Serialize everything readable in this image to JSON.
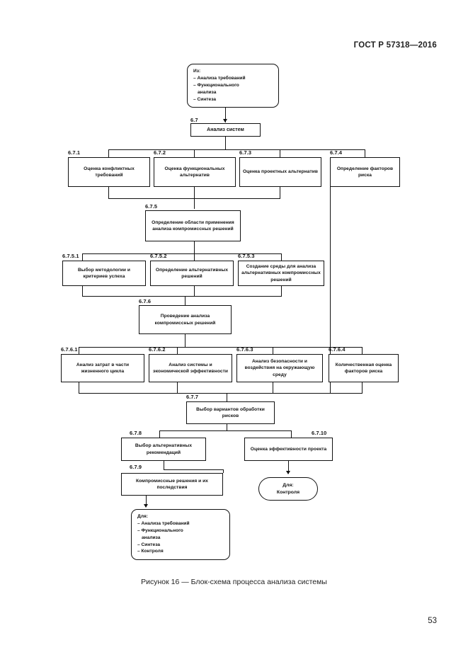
{
  "document": {
    "header": "ГОСТ Р 57318—2016",
    "page_number": "53",
    "figure_caption": "Рисунок 16 — Блок-схема процесса анализа системы"
  },
  "diagram": {
    "input_terminator": {
      "title": "Из:",
      "items": [
        "– Анализа требований",
        "– Функционального",
        "анализа",
        "– Синтеза"
      ]
    },
    "output_terminator": {
      "title": "Для:",
      "items": [
        "– Анализа требований",
        "– Функционального",
        "анализа",
        "– Синтеза",
        "– Контроля"
      ]
    },
    "control_terminator": {
      "line1": "Для:",
      "line2": "Контроля"
    },
    "nodes": {
      "n_6_7": {
        "tag": "6.7",
        "label": "Анализ систем"
      },
      "n_6_7_1": {
        "tag": "6.7.1",
        "label": "Оценка конфликтных требований"
      },
      "n_6_7_2": {
        "tag": "6.7.2",
        "label": "Оценка функциональных альтернатив"
      },
      "n_6_7_3": {
        "tag": "6.7.3",
        "label": "Оценка проектных альтернатив"
      },
      "n_6_7_4": {
        "tag": "6.7.4",
        "label": "Определение факторов риска"
      },
      "n_6_7_5": {
        "tag": "6.7.5",
        "label": "Определение области применения анализа компромиссных решений"
      },
      "n_6_7_5_1": {
        "tag": "6.7.5.1",
        "label": "Выбор методологии и критериев успеха"
      },
      "n_6_7_5_2": {
        "tag": "6.7.5.2",
        "label": "Определение альтернативных решений"
      },
      "n_6_7_5_3": {
        "tag": "6.7.5.3",
        "label": "Создание среды для анализа альтернативных компромиссных решений"
      },
      "n_6_7_6": {
        "tag": "6.7.6",
        "label": "Проведение анализа компромиссных решений"
      },
      "n_6_7_6_1": {
        "tag": "6.7.6.1",
        "label": "Анализ затрат в части жизненного цикла"
      },
      "n_6_7_6_2": {
        "tag": "6.7.6.2",
        "label": "Анализ системы и экономической эффективности"
      },
      "n_6_7_6_3": {
        "tag": "6.7.6.3",
        "label": "Анализ безопасности и воздействия на окружающую среду"
      },
      "n_6_7_6_4": {
        "tag": "6.7.6.4",
        "label": "Количественная оценка факторов риска"
      },
      "n_6_7_7": {
        "tag": "6.7.7",
        "label": "Выбор вариантов обработки рисков"
      },
      "n_6_7_8": {
        "tag": "6.7.8",
        "label": "Выбор альтернативных рекомендаций"
      },
      "n_6_7_9": {
        "tag": "6.7.9",
        "label": "Компромиссные решения и их последствия"
      },
      "n_6_7_10": {
        "tag": "6.7.10",
        "label": "Оценка эффективности проекта"
      }
    }
  }
}
